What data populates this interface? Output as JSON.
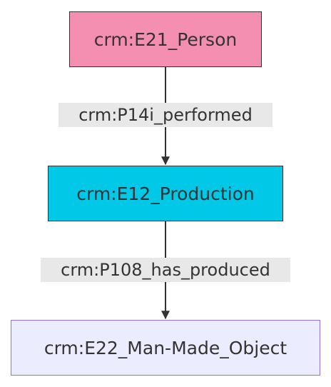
{
  "nodes": [
    {
      "label": "crm:E21_Person",
      "fill": "#f48fb1",
      "border": "#333333"
    },
    {
      "label": "crm:E12_Production",
      "fill": "#00c8e6",
      "border": "#333333"
    },
    {
      "label": "crm:E22_Man-Made_Object",
      "fill": "#ececff",
      "border": "#9370db"
    }
  ],
  "edges": [
    {
      "from": "crm:E21_Person",
      "to": "crm:E12_Production",
      "label": "crm:P14i_performed"
    },
    {
      "from": "crm:E12_Production",
      "to": "crm:E22_Man-Made_Object",
      "label": "crm:P108_has_produced"
    }
  ],
  "colors": {
    "edge_line": "#333333",
    "edge_label_bg": "#e8e8e8",
    "text": "#333333"
  }
}
